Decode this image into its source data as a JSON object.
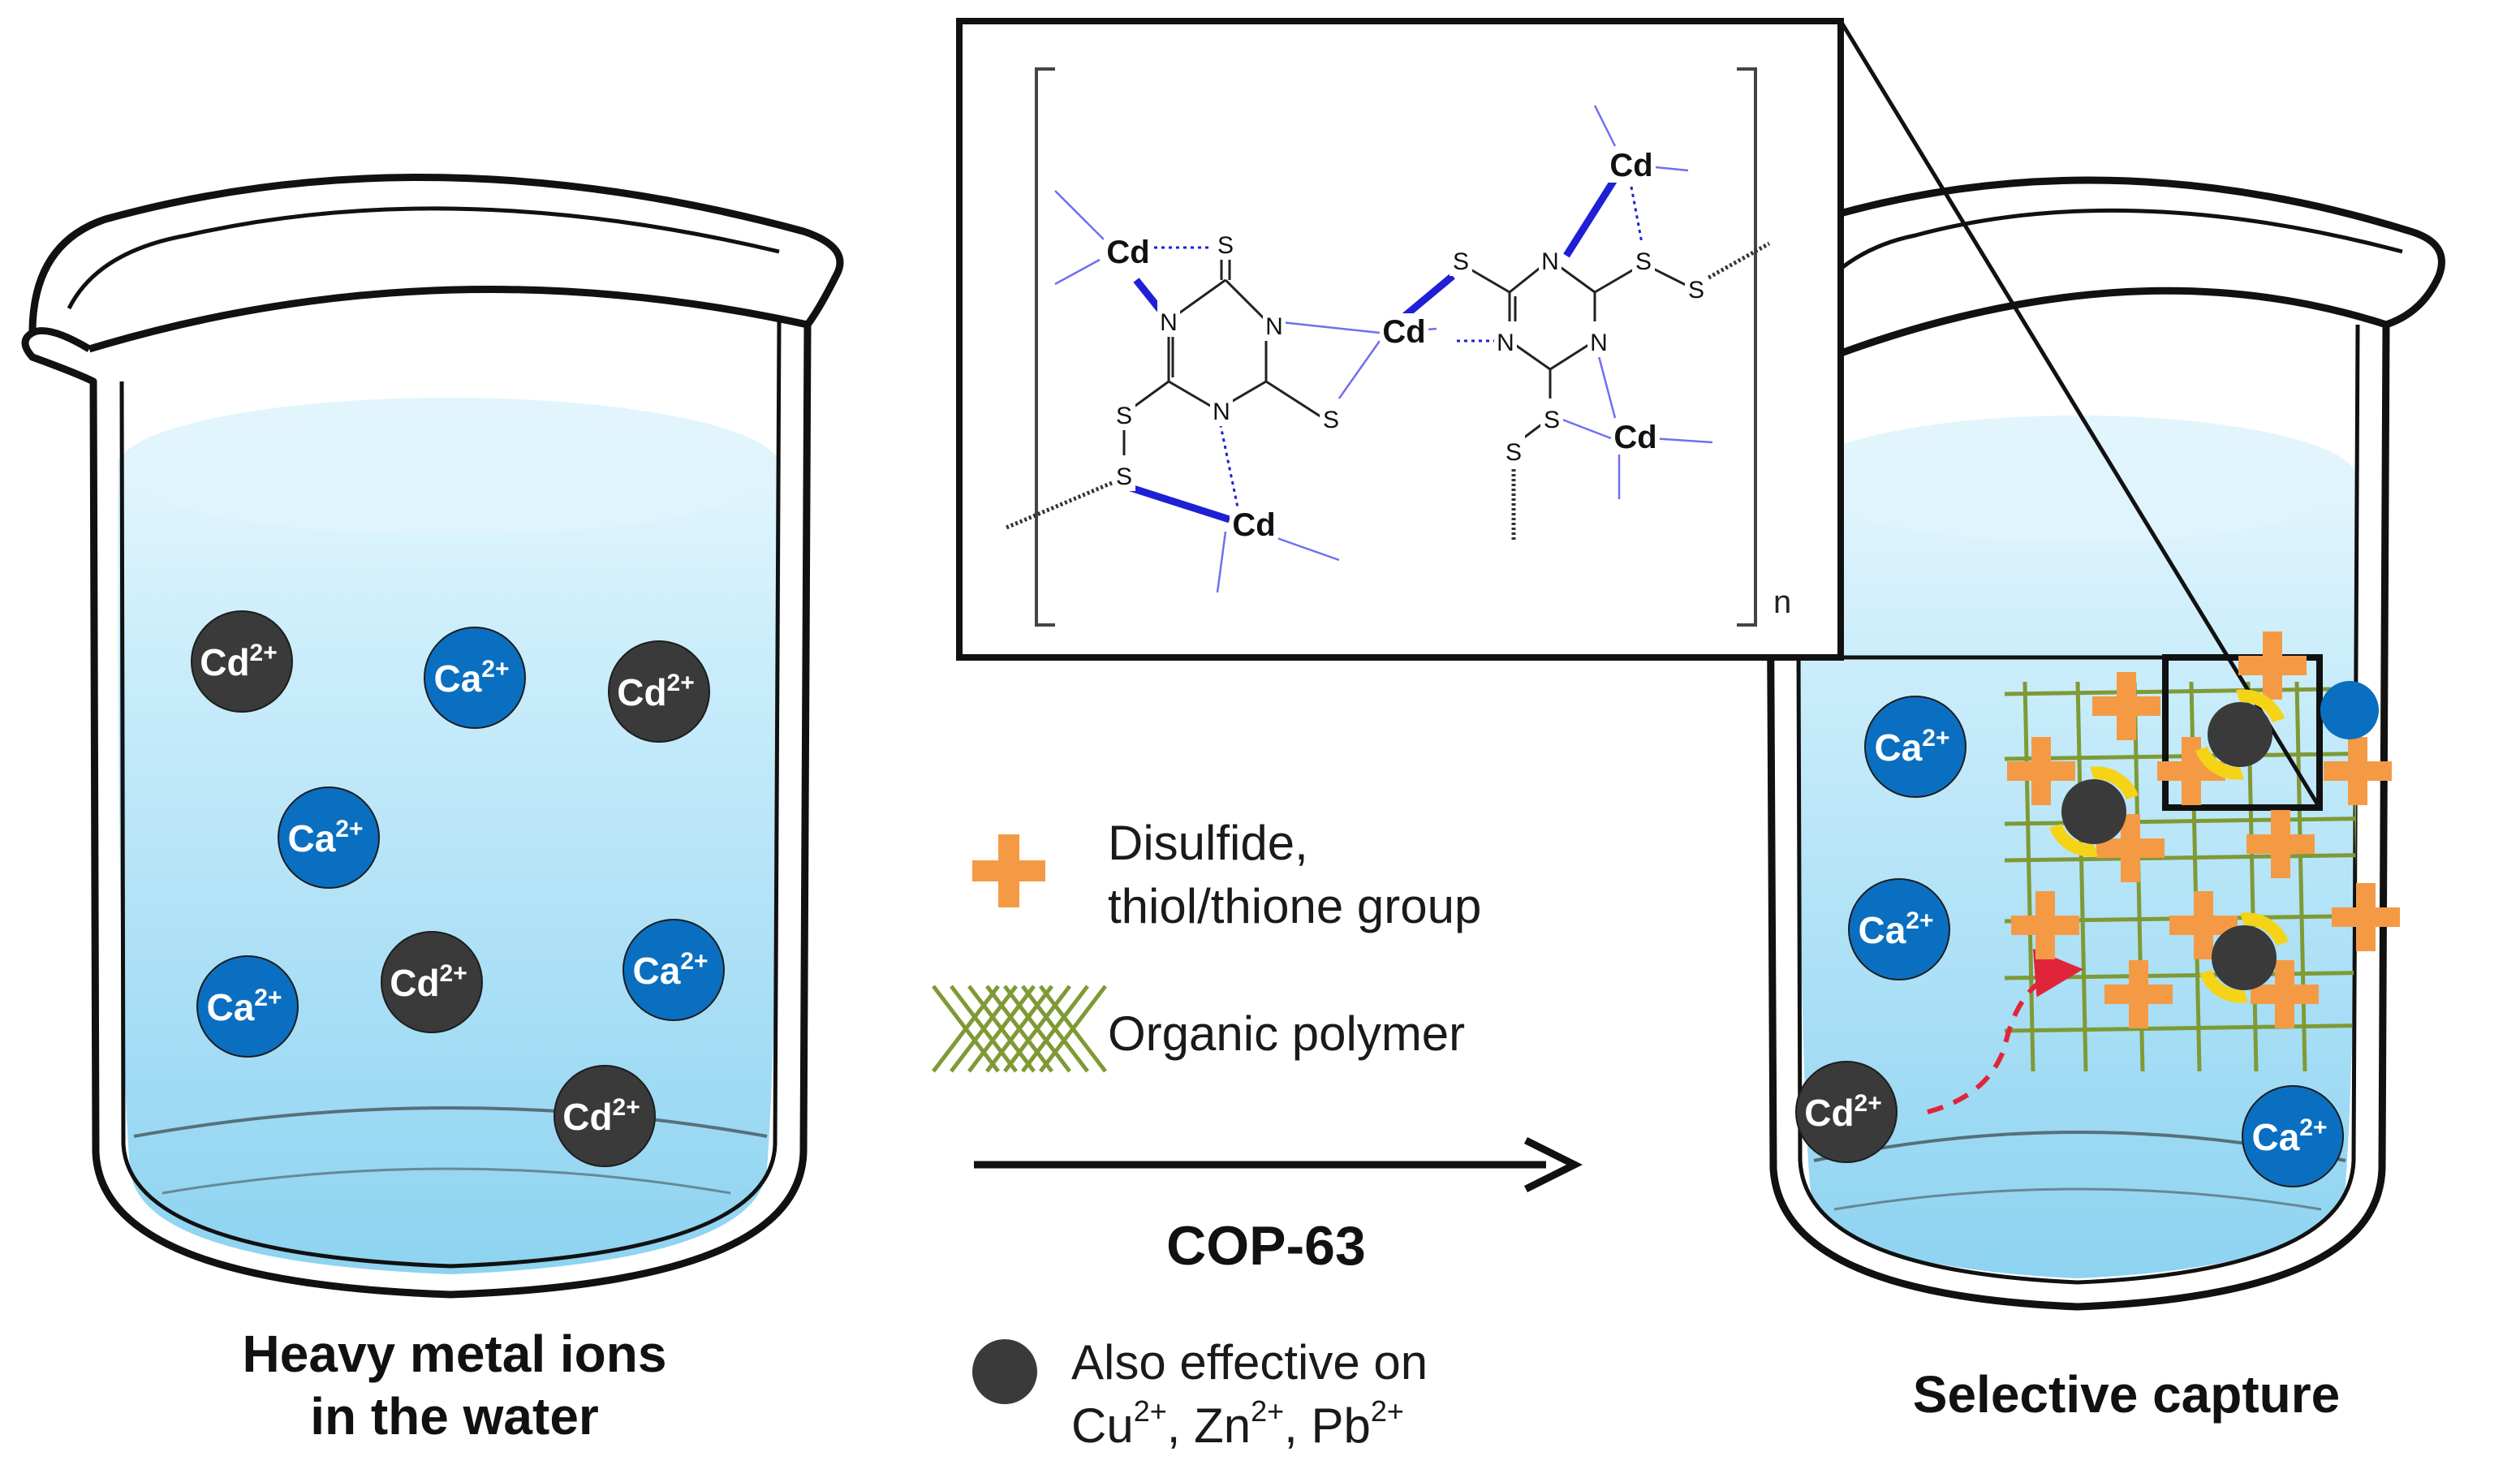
{
  "left_caption": {
    "line1": "Heavy metal ions",
    "line2": "in the water"
  },
  "right_caption": "Selective capture",
  "arrow_label": "COP-63",
  "legend": {
    "disulfide_line1": "Disulfide,",
    "disulfide_line2": "thiol/thione group",
    "polymer": "Organic polymer",
    "also_line1": "Also effective on",
    "also_metals": [
      {
        "symbol": "Cu",
        "charge": "2+",
        "sep": ", "
      },
      {
        "symbol": "Zn",
        "charge": "2+",
        "sep": ", "
      },
      {
        "symbol": "Pb",
        "charge": "2+",
        "sep": ""
      }
    ]
  },
  "ions": {
    "cd": {
      "symbol": "Cd",
      "charge": "2+"
    },
    "ca": {
      "symbol": "Ca",
      "charge": "2+"
    }
  },
  "structure": {
    "metal": "Cd",
    "sulfur": "S",
    "nitrogen": "N",
    "repeat_subscript": "n"
  },
  "colors": {
    "cd_ion": "#3a3a3a",
    "ca_ion": "#0a6fc1",
    "water_top": "#e6f6fd",
    "water_bottom": "#8fd4f2",
    "disulfide": "#f49a45",
    "polymer": "#7f9a35",
    "coordination": "#1f1fd6",
    "capture_path": "#e0253a"
  }
}
